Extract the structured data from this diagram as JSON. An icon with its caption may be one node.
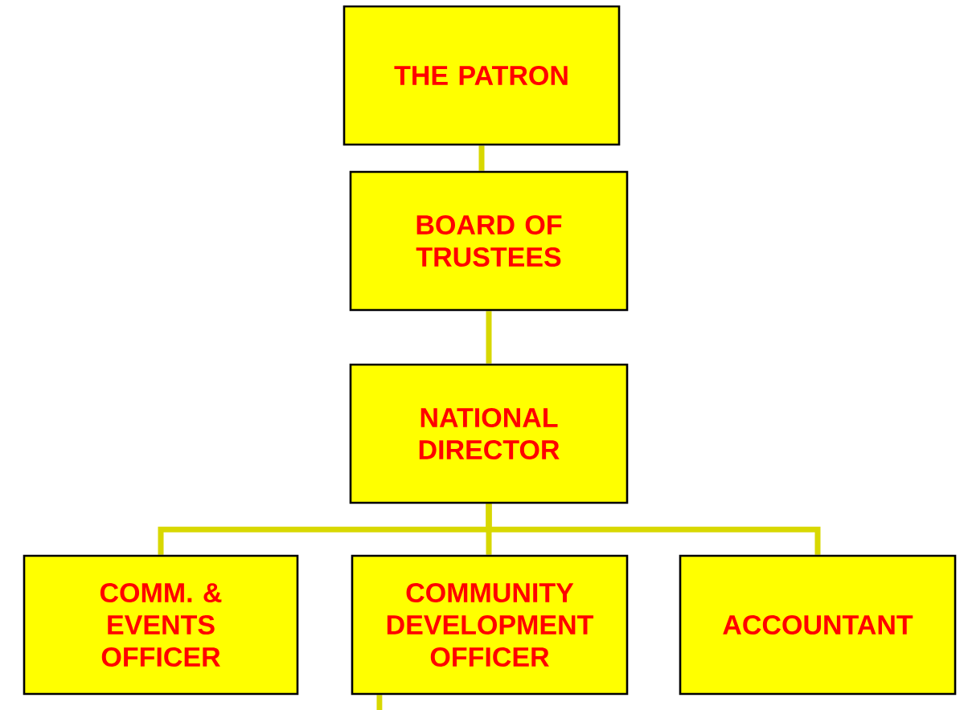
{
  "diagram": {
    "nodes": [
      {
        "text": [
          "THE PATRON"
        ]
      },
      {
        "text": [
          "BOARD OF TRUSTEES"
        ]
      },
      {
        "text": [
          "NATIONAL DIRECTOR"
        ]
      },
      {
        "text": [
          "COMM. & EVENTS OFFICER"
        ]
      },
      {
        "text": [
          "COMMUNITY DEVELOPMENT OFFICER"
        ]
      },
      {
        "text": [
          "ACCOUNTANT"
        ]
      }
    ],
    "edges": [
      {
        "from": 0,
        "to": 1,
        "arrow": "none"
      },
      {
        "from": 1,
        "to": 2,
        "arrow": "none"
      },
      {
        "from": 2,
        "to": 3,
        "arrow": "none"
      },
      {
        "from": 2,
        "to": 4,
        "arrow": "none"
      },
      {
        "from": 2,
        "to": 5,
        "arrow": "none"
      },
      {
        "from": 4,
        "to": null,
        "arrow": "none"
      }
    ]
  }
}
